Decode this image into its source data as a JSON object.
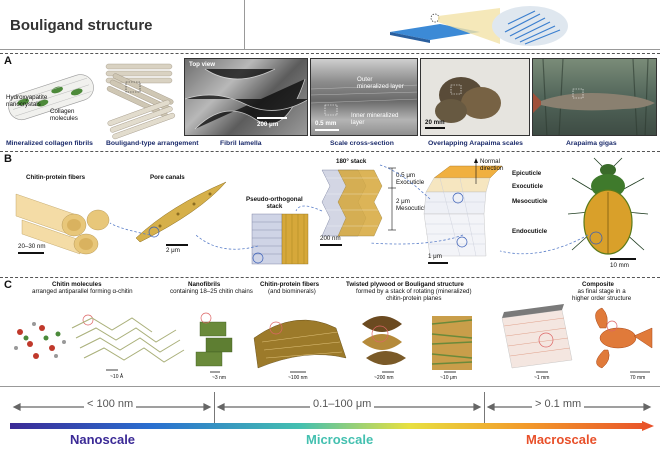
{
  "header": {
    "title": "Bouligand structure"
  },
  "panel_a": {
    "label": "A",
    "hydroxyapatite": "Hydroxyapatite\nnanocrystals",
    "collagen": "Collagen\nmolecules",
    "top_view": "Top view",
    "outer_layer": "Outer\nmineralized layer",
    "inner_layer": "Inner mineralized\nlayer",
    "scale_200um": "200 μm",
    "scale_05mm": "0.5 mm",
    "scale_20mm": "20 mm",
    "captions": [
      "Mineralized collagen fibrils",
      "Bouligand-type arrangement",
      "Fibril lamella",
      "Scale cross-section",
      "Overlapping Arapaima scales",
      "Arapaima gigas"
    ]
  },
  "panel_b": {
    "label": "B",
    "chitin_protein_fibers": "Chitin-protein fibers",
    "pore_canals": "Pore canals",
    "pseudo_orthogonal": "Pseudo-orthogonal\nstack",
    "stack_180": "180° stack",
    "normal_direction": "Normal\ndirection",
    "epicuticle": "Epicuticle",
    "exocuticle": "Exocuticle",
    "mesocuticle": "Mesocuticle",
    "endocuticle": "Endocuticle",
    "exo_05um": "0.5 μm\nExocuticle",
    "meso_2um": "2 μm\nMesocuticle",
    "scale_2030nm": "20–30 nm",
    "scale_2um": "2 μm",
    "scale_200nm": "200 nm",
    "scale_1um": "1 μm",
    "scale_10mm": "10 mm"
  },
  "panel_c": {
    "label": "C",
    "t1": "Chitin molecules",
    "s1": "arranged antiparallel forming α-chitin",
    "t2": "Nanofibrils",
    "s2": "containing 18–25 chitin chains",
    "t3": "Chitin-protein fibers",
    "s3": "(and biominerals)",
    "t4": "Twisted plywood or Bouligand structure",
    "s4": "formed by a stack of rotating (mineralized)\nchitin-protein planes",
    "t5": "Composite",
    "s5": "as final stage in a\nhigher order structure",
    "sizes": [
      "~10 Å",
      "~3 nm",
      "~100 nm",
      "~200 nm",
      "~10 μm",
      "~1 mm",
      "70 mm"
    ]
  },
  "scale": {
    "nano_range": "< 100 nm",
    "micro_range": "0.1–100 μm",
    "macro_range": "> 0.1 mm",
    "nano": "Nanoscale",
    "micro": "Microscale",
    "macro": "Macroscale",
    "colors": {
      "nano": "#3b2a96",
      "micro": "#44c0b0",
      "macro": "#e8502a"
    }
  }
}
